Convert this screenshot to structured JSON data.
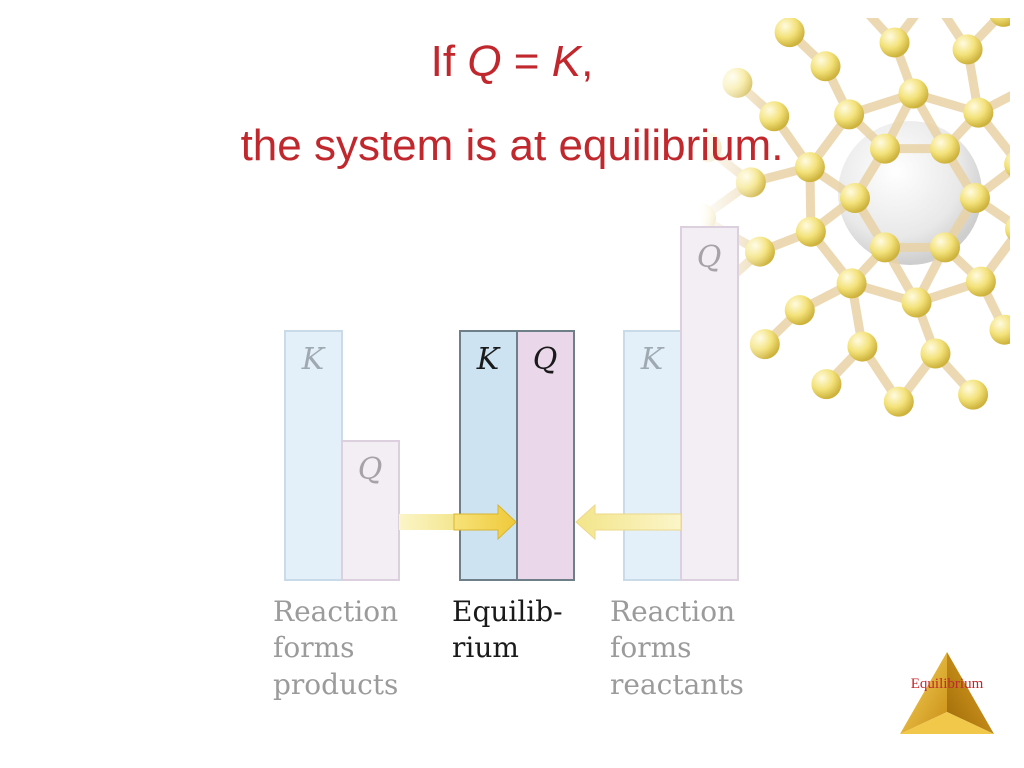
{
  "title": {
    "line1_prefix": "If ",
    "line1_q": "Q",
    "line1_eq": " = ",
    "line1_k": "K",
    "line1_suffix": ",",
    "line2": "the system is at equilibrium."
  },
  "diagram": {
    "groups": [
      {
        "bar_labels": {
          "k": "K",
          "q": "Q"
        },
        "caption": [
          "Reaction",
          "forms",
          "products"
        ],
        "arrow_direction": "right"
      },
      {
        "bar_labels": {
          "k": "K",
          "q": "Q"
        },
        "caption": [
          "Equilib-",
          "rium"
        ]
      },
      {
        "bar_labels": {
          "k": "K",
          "q": "Q"
        },
        "caption": [
          "Reaction",
          "forms",
          "reactants"
        ],
        "arrow_direction": "left"
      }
    ]
  },
  "logo": {
    "text": "Equilibrium"
  },
  "colors": {
    "title": "#c0282d",
    "k_bar_faded": "#e4f0f9",
    "q_bar_faded": "#f3edf4",
    "k_bar": "#cde3f2",
    "q_bar": "#ead8ea",
    "arrow_faded": "#f8eea7",
    "arrow": "#f2d64c",
    "logo_gold": "#e8b530"
  },
  "icons": [
    "buckyball-molecule-icon",
    "equilibrium-pyramid-logo-icon"
  ]
}
